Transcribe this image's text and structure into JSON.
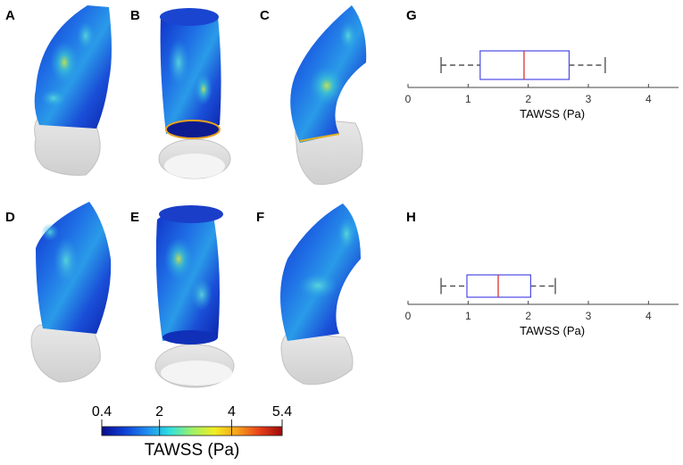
{
  "panels": {
    "A": "A",
    "B": "B",
    "C": "C",
    "D": "D",
    "E": "E",
    "F": "F"
  },
  "colorbar": {
    "title": "TAWSS (Pa)",
    "min": 0.4,
    "max": 5.4,
    "ticks": [
      {
        "value": 0.4,
        "label": "0.4"
      },
      {
        "value": 2,
        "label": "2"
      },
      {
        "value": 4,
        "label": "4"
      },
      {
        "value": 5.4,
        "label": "5.4"
      }
    ],
    "colors": [
      "#0a0c8c",
      "#0f3fd6",
      "#1e8cf0",
      "#2ee0e0",
      "#9cf06a",
      "#f2ee22",
      "#f7a21a",
      "#e8401a",
      "#9c0a0a"
    ]
  },
  "chart_data": [
    {
      "type": "box",
      "panel": "G",
      "xlabel": "TAWSS (Pa)",
      "xlim": [
        0,
        4.5
      ],
      "xticks": [
        0,
        1,
        2,
        3,
        4
      ],
      "stats": {
        "whisker_low": 0.55,
        "q1": 1.2,
        "median": 1.93,
        "q3": 2.68,
        "whisker_high": 3.28
      }
    },
    {
      "type": "box",
      "panel": "H",
      "xlabel": "TAWSS (Pa)",
      "xlim": [
        0,
        4.5
      ],
      "xticks": [
        0,
        1,
        2,
        3,
        4
      ],
      "stats": {
        "whisker_low": 0.55,
        "q1": 0.98,
        "median": 1.5,
        "q3": 2.04,
        "whisker_high": 2.45
      }
    }
  ],
  "style": {
    "box_color": "#4a4ae6",
    "median_color": "#e03030",
    "whisker_color": "#555555",
    "housing_gray": "#dedede"
  }
}
